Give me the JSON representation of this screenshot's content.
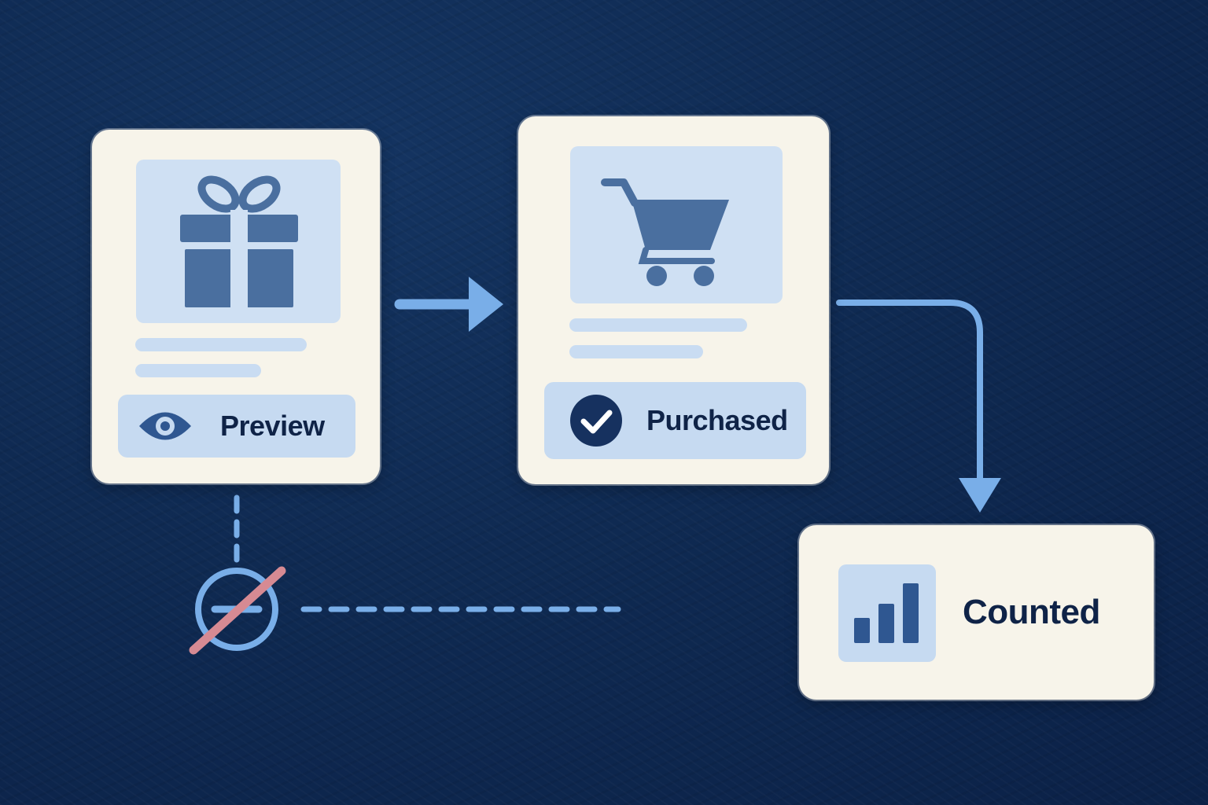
{
  "nodes": {
    "preview": {
      "label": "Preview",
      "icon": "gift-icon",
      "status_icon": "eye-icon"
    },
    "purchased": {
      "label": "Purchased",
      "icon": "cart-icon",
      "status_icon": "check-circle-icon"
    },
    "counted": {
      "label": "Counted",
      "icon": "bar-chart-icon"
    }
  },
  "blocked_marker": {
    "icon": "blocked-minus-icon"
  },
  "colors": {
    "background": "#0f2a52",
    "card": "#f7f4ea",
    "panel": "#cfe0f3",
    "icon": "#4a6f9f",
    "text": "#0f2347",
    "arrow": "#79aee8",
    "blocked_slash": "#d68a93"
  }
}
